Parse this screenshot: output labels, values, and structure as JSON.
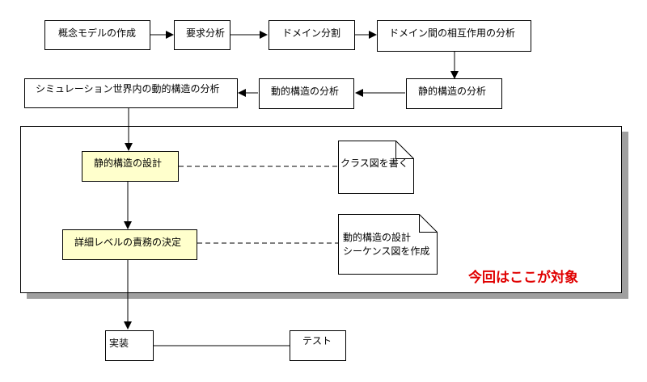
{
  "flow": {
    "concept_model": "概念モデルの作成",
    "requirements": "要求分析",
    "domain_split": "ドメイン分割",
    "domain_interaction": "ドメイン間の相互作用の分析",
    "static_analysis": "静的構造の分析",
    "dynamic_analysis": "動的構造の分析",
    "simulation_dynamic": "シミュレーション世界内の動的構造の分析",
    "static_design": "静的構造の設計",
    "responsibility": "詳細レベルの責務の決定",
    "implementation": "実装",
    "test": "テスト"
  },
  "notes": {
    "class_diagram": "クラス図を書く",
    "dynamic_design_line1": "動的構造の設計",
    "dynamic_design_line2": "シーケンス図を作成"
  },
  "target_label": "今回はここが対象",
  "colors": {
    "highlight_box": "#ffffcc",
    "target_label": "#e00000",
    "region_shadow": "#a0a0a0"
  }
}
